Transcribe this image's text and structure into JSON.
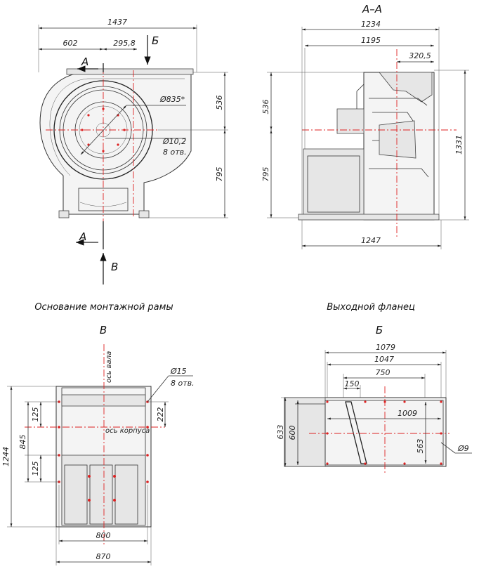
{
  "captions": {
    "frame_base": "Основание монтажной рамы",
    "outlet_flange": "Выходной фланец"
  },
  "view_titles": {
    "section": "А–А",
    "view_v": "В",
    "view_b": "Б"
  },
  "section_marks": {
    "a_top": "А",
    "a_bottom": "А",
    "b": "Б",
    "v": "В"
  },
  "front_view": {
    "dims": {
      "overall_width": "1437",
      "left_to_axis": "602",
      "axis_to_outlet": "295,8",
      "upper_height": "536",
      "lower_height": "795",
      "impeller_dia": "Ø835*",
      "hole_dia": "Ø10,2",
      "hole_count": "8 отв."
    }
  },
  "section_view": {
    "dims": {
      "top_1": "1234",
      "top_2": "1195",
      "offset": "320,5",
      "upper_height": "536",
      "lower_height": "795",
      "total_height": "1331",
      "bottom_width": "1247"
    }
  },
  "view_v": {
    "dims": {
      "hole_dia": "Ø15",
      "hole_count": "8 отв.",
      "shaft_axis": "ось вала",
      "housing_axis": "ось корпуса",
      "dim_222": "222",
      "dim_125_top": "125",
      "dim_125_bottom": "125",
      "dim_845": "845",
      "dim_1244": "1244",
      "dim_800": "800",
      "dim_870": "870"
    }
  },
  "view_b": {
    "dims": {
      "w_1079": "1079",
      "w_1047": "1047",
      "w_750": "750",
      "w_150": "150",
      "w_1009": "1009",
      "h_633": "633",
      "h_600": "600",
      "h_563": "563",
      "hole_dia": "Ø9"
    }
  }
}
